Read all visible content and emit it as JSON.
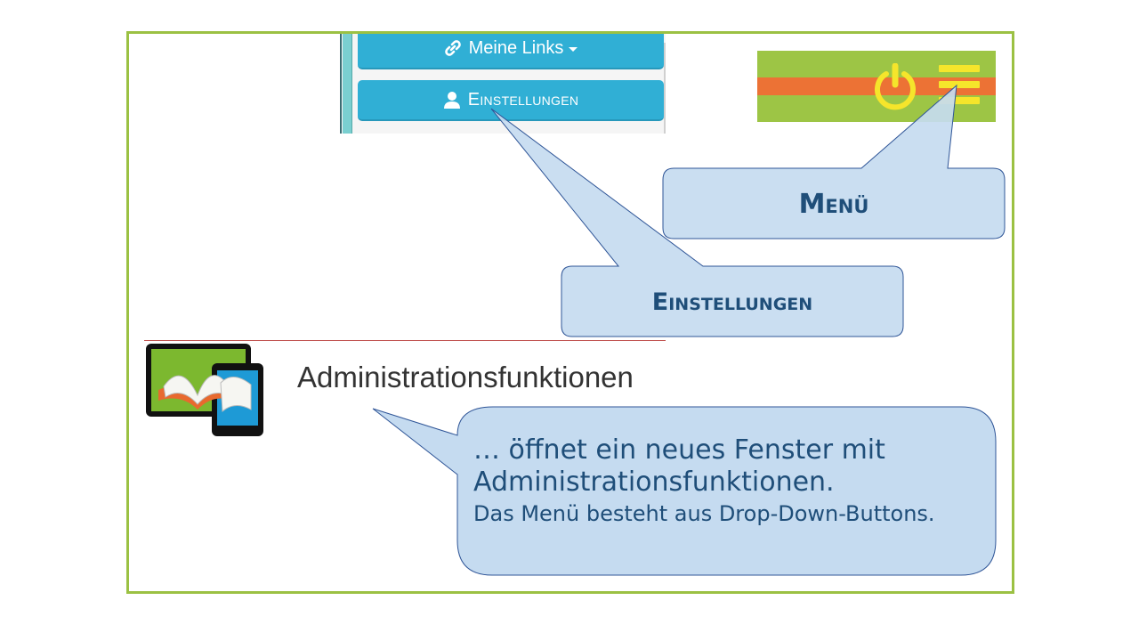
{
  "sidebar": {
    "buttons": [
      {
        "label": "Meine Links",
        "icon": "link-icon",
        "has_dropdown": true
      },
      {
        "label": "Einstellungen",
        "icon": "user-icon",
        "has_dropdown": false
      }
    ]
  },
  "menubar": {
    "icons": [
      "power-icon",
      "hamburger-menu-icon"
    ],
    "colors": {
      "background": "#9dc545",
      "stripe": "#ec7235",
      "icon": "#f5e52b"
    }
  },
  "callouts": {
    "menu": "Menü",
    "einstellungen": "Einstellungen",
    "admin_line1": "… öffnet ein neues Fenster mit",
    "admin_line2": "Administrationsfunktionen.",
    "admin_line3": "Das Menü besteht aus Drop-Down-Buttons."
  },
  "admin": {
    "title": "Administrationsfunktionen",
    "logo": "book-tablet-logo"
  },
  "colors": {
    "frame_border": "#9bc143",
    "button": "#30afd5",
    "callout_fill": "#c5dbf0",
    "callout_stroke": "#2f5597",
    "callout_text": "#1f4e79"
  }
}
